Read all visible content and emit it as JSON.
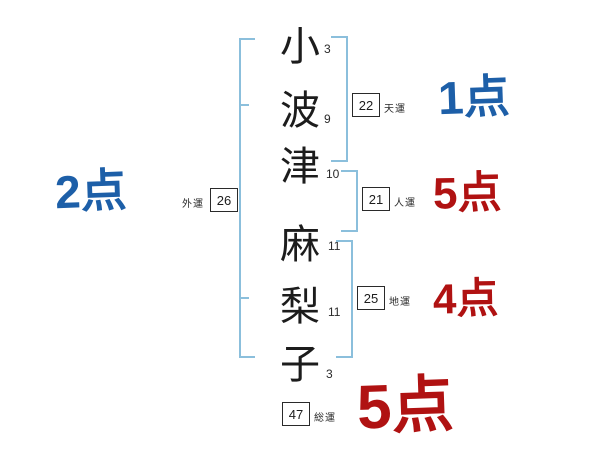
{
  "name_chars": [
    {
      "char": "小",
      "strokes": "3"
    },
    {
      "char": "波",
      "strokes": "9"
    },
    {
      "char": "津",
      "strokes": "10"
    },
    {
      "char": "麻",
      "strokes": "11"
    },
    {
      "char": "梨",
      "strokes": "11"
    },
    {
      "char": "子",
      "strokes": "3"
    }
  ],
  "fortunes": {
    "tenun": {
      "label": "天運",
      "value": "22"
    },
    "jinun": {
      "label": "人運",
      "value": "21"
    },
    "chiun": {
      "label": "地運",
      "value": "25"
    },
    "gaiun": {
      "label": "外運",
      "value": "26"
    },
    "souun": {
      "label": "総運",
      "value": "47"
    }
  },
  "scores": {
    "gaiun": "2点",
    "tenun": "1点",
    "jinun": "5点",
    "chiun": "4点",
    "souun": "5点"
  },
  "colors": {
    "score_blue": "#1d5fa8",
    "score_red": "#b01212",
    "bracket_blue": "#8bbfdc",
    "text_black": "#1c1c1c"
  }
}
